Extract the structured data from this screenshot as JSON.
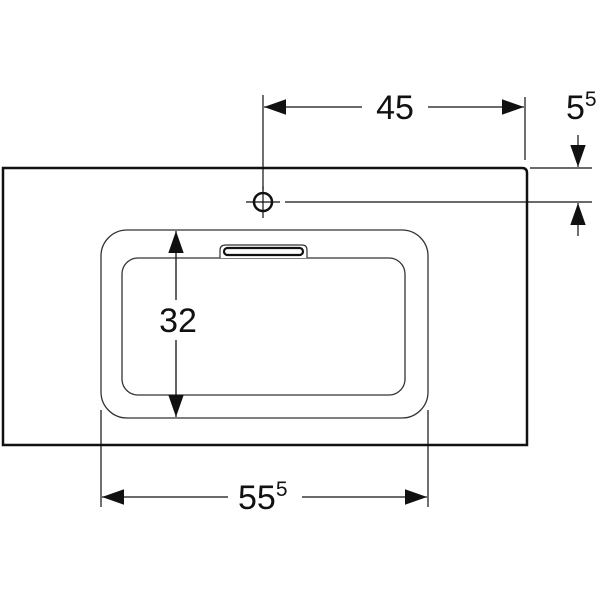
{
  "dimensions": {
    "tap_offset": {
      "value": "45"
    },
    "tap_from_edge": {
      "main": "5",
      "sup": "5"
    },
    "basin_depth": {
      "value": "32"
    },
    "basin_width": {
      "main": "55",
      "sup": "5"
    }
  },
  "colors": {
    "line": "#111111",
    "background": "#ffffff"
  }
}
